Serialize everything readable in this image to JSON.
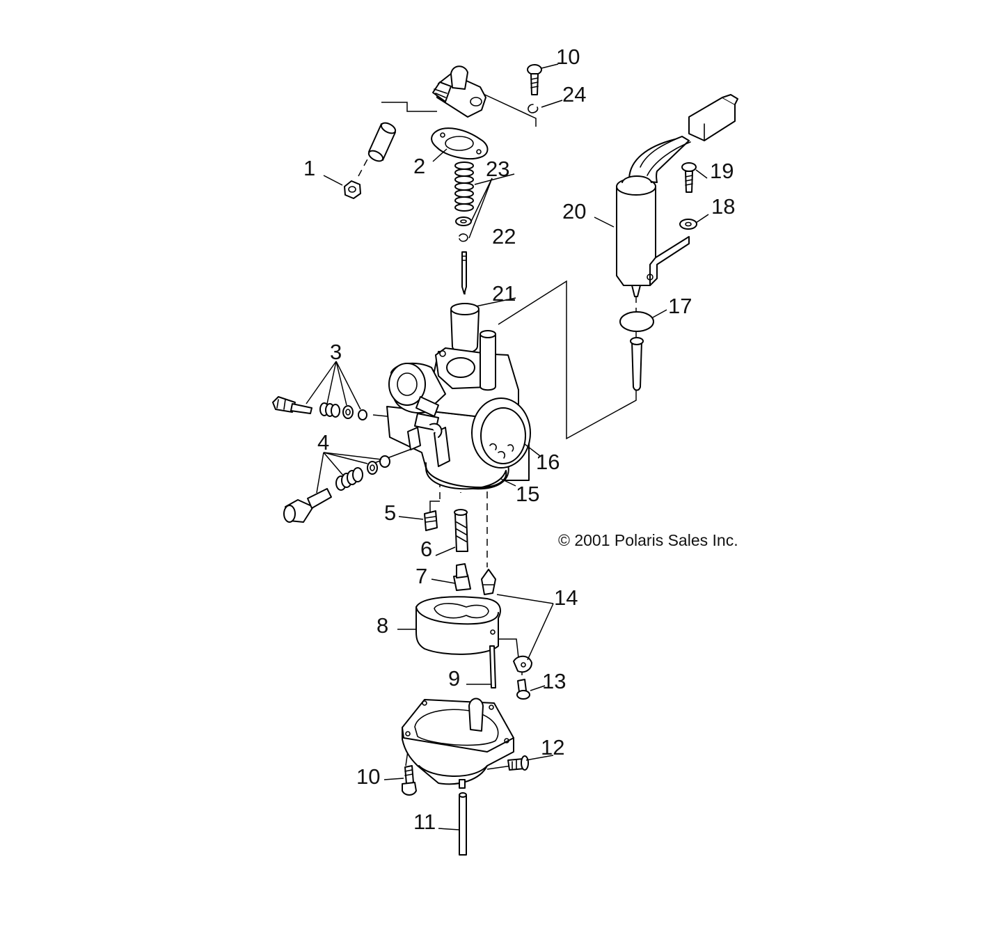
{
  "copyright": "© 2001 Polaris Sales Inc.",
  "callouts": [
    {
      "id": "c1",
      "text": "1"
    },
    {
      "id": "c2",
      "text": "2"
    },
    {
      "id": "c3",
      "text": "3"
    },
    {
      "id": "c4",
      "text": "4"
    },
    {
      "id": "c5",
      "text": "5"
    },
    {
      "id": "c6",
      "text": "6"
    },
    {
      "id": "c7",
      "text": "7"
    },
    {
      "id": "c8",
      "text": "8"
    },
    {
      "id": "c9",
      "text": "9"
    },
    {
      "id": "c10a",
      "text": "10"
    },
    {
      "id": "c10b",
      "text": "10"
    },
    {
      "id": "c11",
      "text": "11"
    },
    {
      "id": "c12",
      "text": "12"
    },
    {
      "id": "c13",
      "text": "13"
    },
    {
      "id": "c14",
      "text": "14"
    },
    {
      "id": "c15",
      "text": "15"
    },
    {
      "id": "c16",
      "text": "16"
    },
    {
      "id": "c17",
      "text": "17"
    },
    {
      "id": "c18",
      "text": "18"
    },
    {
      "id": "c19",
      "text": "19"
    },
    {
      "id": "c20",
      "text": "20"
    },
    {
      "id": "c21",
      "text": "21"
    },
    {
      "id": "c22",
      "text": "22"
    },
    {
      "id": "c23",
      "text": "23"
    },
    {
      "id": "c24",
      "text": "24"
    }
  ]
}
